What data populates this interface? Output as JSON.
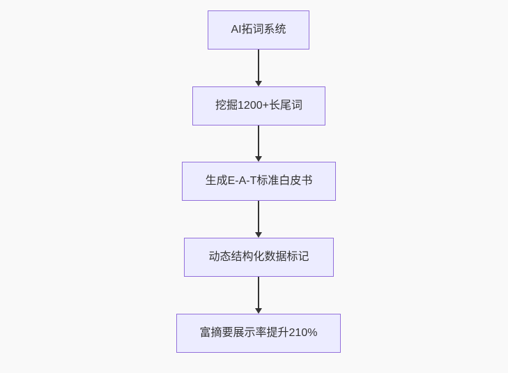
{
  "diagram": {
    "type": "flowchart",
    "direction": "top-down",
    "nodes": [
      {
        "id": "A",
        "label": "AI拓词系统"
      },
      {
        "id": "B",
        "label": "挖掘1200+长尾词"
      },
      {
        "id": "C",
        "label": "生成E-A-T标准白皮书"
      },
      {
        "id": "D",
        "label": "动态结构化数据标记"
      },
      {
        "id": "E",
        "label": "富摘要展示率提升210%"
      }
    ],
    "edges": [
      {
        "from": "A",
        "to": "B"
      },
      {
        "from": "B",
        "to": "C"
      },
      {
        "from": "C",
        "to": "D"
      },
      {
        "from": "D",
        "to": "E"
      }
    ],
    "colors": {
      "background": "#f9f9f9",
      "node_fill": "#ececff",
      "node_border": "#9370db",
      "node_text": "#333333",
      "arrow": "#333333"
    }
  }
}
